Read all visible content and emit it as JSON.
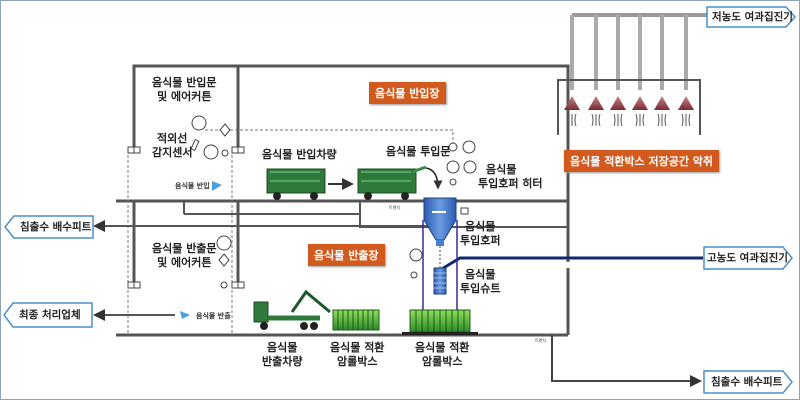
{
  "tags": {
    "low_conc_filter": "저농도 여과집진기",
    "high_conc_filter": "고농도 여과집진기",
    "leachate_pit_left": "침출수 배수피트",
    "final_disposal": "최종 처리업체",
    "leachate_pit_bottom": "침출수 배수피트"
  },
  "areas": {
    "receiving_area": "음식물 반입장",
    "dispatch_area": "음식물 반출장",
    "odor_label": "음식물 적환박스 저장공간 악취"
  },
  "labels": {
    "inlet_door_line1": "음식물 반입문",
    "inlet_door_line2": "및 에어커튼",
    "ir_sensor_line1": "적외선",
    "ir_sensor_line2": "감지센서",
    "inbound_flow": "음식물 반입",
    "inbound_vehicle": "음식물 반입차량",
    "input_door": "음식물 투입문",
    "hopper_heater_line1": "음식물",
    "hopper_heater_line2": "투입호퍼 히터",
    "hopper_line1": "음식물",
    "hopper_line2": "투입호퍼",
    "chute_line1": "음식물",
    "chute_line2": "투입슈트",
    "outlet_door_line1": "음식물 반출문",
    "outlet_door_line2": "및 에어커튼",
    "outbound_flow": "음식물 반출",
    "outbound_vehicle_line1": "음식물",
    "outbound_vehicle_line2": "반출차량",
    "box_small_line1": "음식물 적환",
    "box_small_line2": "암롤박스",
    "box_large_line1": "음식물 적환",
    "box_large_line2": "암롤박스",
    "trench_1": "트렌치",
    "trench_2": "트렌치"
  },
  "colors": {
    "accent_orange": "#d35a1e",
    "truck_green": "#2f7a3a",
    "hopper_blue": "#3a6fc4",
    "duct_navy": "#0c2a6b",
    "tag_border": "#4a8fc9"
  }
}
